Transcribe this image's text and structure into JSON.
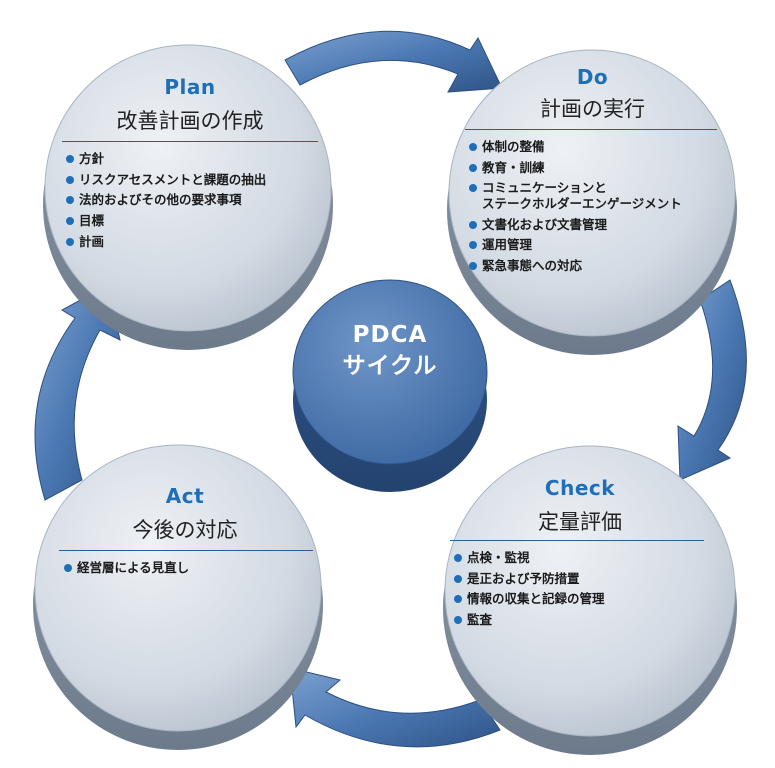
{
  "center": {
    "line1": "PDCA",
    "line2": "サイクル"
  },
  "stages": [
    {
      "key": "plan",
      "title_en": "Plan",
      "title_ja": "改善計画の作成",
      "items": [
        "方針",
        "リスクアセスメントと課題の抽出",
        "法的およびその他の要求事項",
        "目標",
        "計画"
      ]
    },
    {
      "key": "do",
      "title_en": "Do",
      "title_ja": "計画の実行",
      "items": [
        "体制の整備",
        "教育・訓練",
        "コミュニケーションと\nステークホルダーエンゲージメント",
        "文書化および文書管理",
        "運用管理",
        "緊急事態への対応"
      ]
    },
    {
      "key": "check",
      "title_en": "Check",
      "title_ja": "定量評価",
      "items": [
        "点検・監視",
        "是正および予防措置",
        "情報の収集と記録の管理",
        "監査"
      ]
    },
    {
      "key": "act",
      "title_en": "Act",
      "title_ja": "今後の対応",
      "items": [
        "経営層による見直し"
      ]
    }
  ],
  "colors": {
    "accent": "#1e6fb8",
    "arrow": "#3f6fae",
    "disc_face": "#d6dde6",
    "center_disc": "#4a76b0"
  }
}
